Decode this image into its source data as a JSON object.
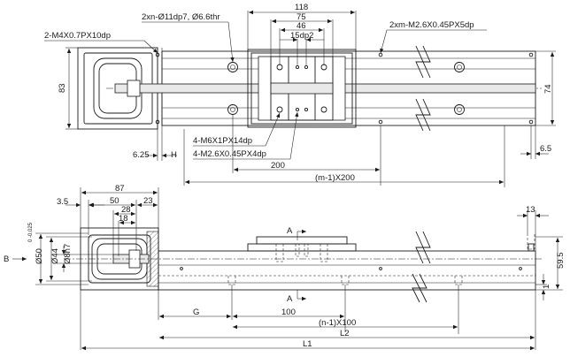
{
  "labels": {
    "thread_motor_end": "2-M4X0.7PX10dp",
    "holes_counterbore": "2xn-Ø11dp7, Ø6.6thr",
    "holes_base": "2xm-M2.6X0.45PX5dp",
    "dim_118": "118",
    "dim_75": "75",
    "dim_46": "46",
    "dim_15dp2": "15dp2",
    "dim_83": "83",
    "dim_74": "74",
    "dim_625": "6.25",
    "dim_H": "H",
    "dim_65": "6.5",
    "thread_carriage_m6": "4-M6X1PX14dp",
    "thread_carriage_m26": "4-M2.6X0.45PX4dp",
    "dim_200": "200",
    "dim_m1x200": "(m-1)X200",
    "dim_87": "87",
    "dim_35": "3.5",
    "dim_50": "50",
    "dim_23": "23",
    "dim_28": "28",
    "dim_18": "18",
    "dim_13": "13",
    "view_B": "B",
    "dim_phi50": "Ø50",
    "tol_phi50": "0 -0.025",
    "dim_phi44": "Ø44",
    "dim_phi8h7": "Ø8h7",
    "section_A_top": "A",
    "section_A_bottom": "A",
    "dim_595": "59.5",
    "dim_1": "1",
    "dim_G": "G",
    "dim_100": "100",
    "dim_n1x100": "(n-1)X100",
    "dim_L2": "L2",
    "dim_L1": "L1"
  }
}
